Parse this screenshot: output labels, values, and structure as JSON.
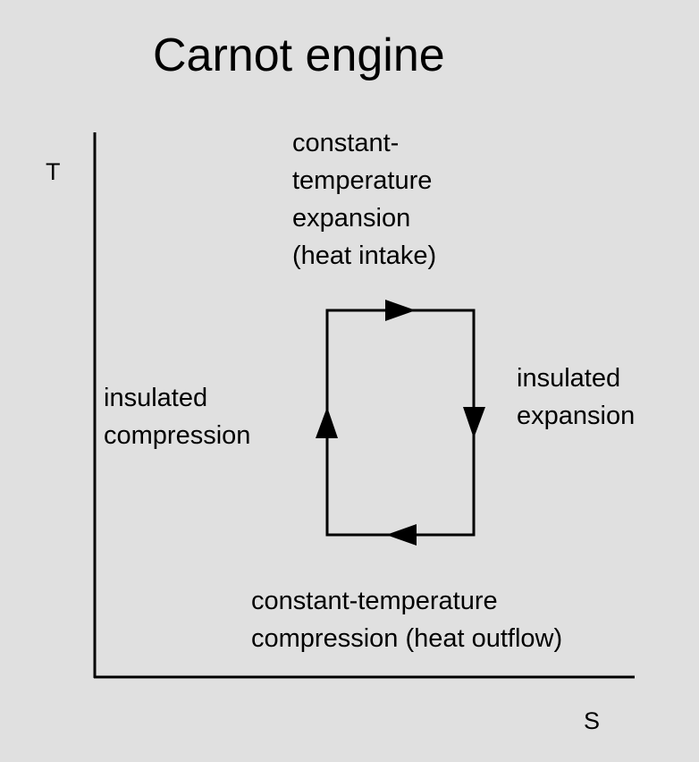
{
  "title": "Carnot engine",
  "axes": {
    "y_label": "T",
    "x_label": "S"
  },
  "stages": {
    "top": [
      "constant-",
      "temperature",
      "expansion",
      "(heat intake)"
    ],
    "right": [
      "insulated",
      "expansion"
    ],
    "left": [
      "insulated",
      "compression"
    ],
    "bottom": [
      "constant-temperature",
      "compression (heat outflow)"
    ]
  },
  "colors": {
    "background": "#e0e0e0",
    "ink": "#000000"
  }
}
